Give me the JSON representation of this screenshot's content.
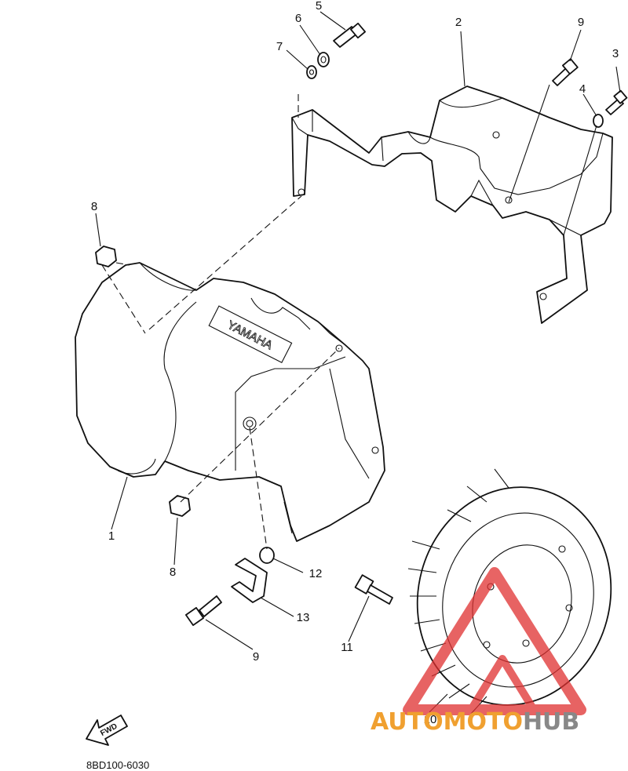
{
  "diagram": {
    "callouts": [
      {
        "id": "c1",
        "label": "1"
      },
      {
        "id": "c2",
        "label": "2"
      },
      {
        "id": "c3",
        "label": "3"
      },
      {
        "id": "c4",
        "label": "4"
      },
      {
        "id": "c5",
        "label": "5"
      },
      {
        "id": "c6",
        "label": "6"
      },
      {
        "id": "c7",
        "label": "7"
      },
      {
        "id": "c8a",
        "label": "8"
      },
      {
        "id": "c8b",
        "label": "8"
      },
      {
        "id": "c9a",
        "label": "9"
      },
      {
        "id": "c9b",
        "label": "9"
      },
      {
        "id": "c10",
        "label": "10"
      },
      {
        "id": "c11",
        "label": "11"
      },
      {
        "id": "c12",
        "label": "12"
      },
      {
        "id": "c13",
        "label": "13"
      }
    ],
    "emboss_text": "YAMAHA",
    "direction_arrow_text": "FWD",
    "drawing_code": "8BD100-6030"
  },
  "watermark": {
    "text_part1": "AUTOMOTO",
    "text_part2": "HUB",
    "color_primary": "#f0a030",
    "color_secondary": "#888888",
    "logo_color": "#e03030"
  }
}
